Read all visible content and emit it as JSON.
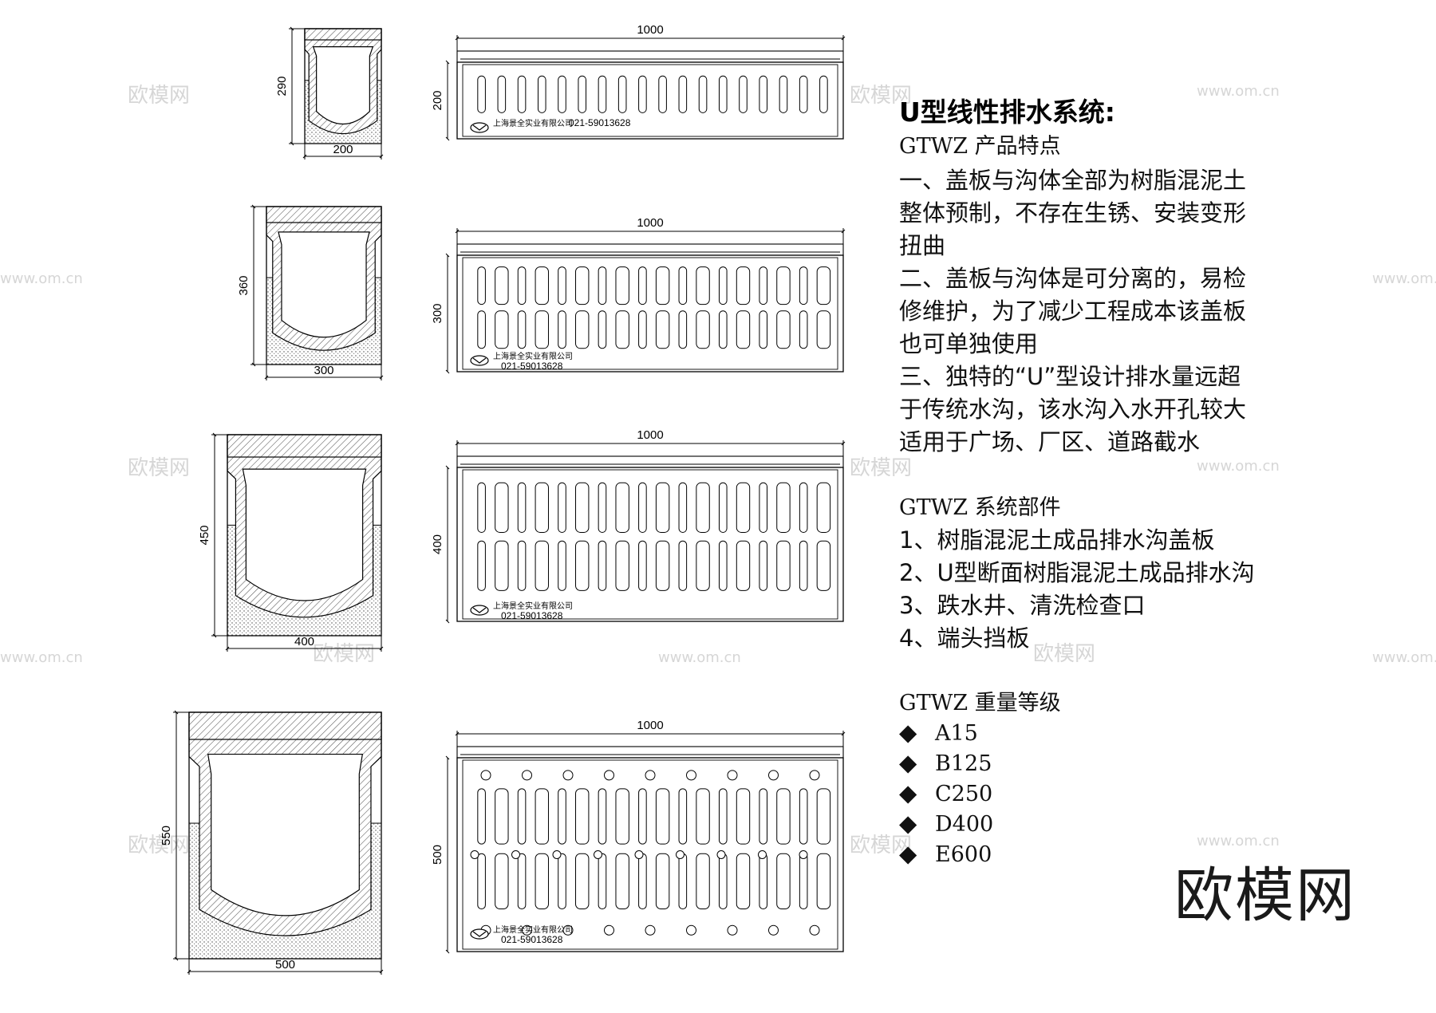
{
  "title": "U型线性排水系统:",
  "features": {
    "heading": "GTWZ 产品特点",
    "lines": [
      "一、盖板与沟体全部为树脂混泥土",
      "整体预制，不存在生锈、安装变形",
      "扭曲",
      "二、盖板与沟体是可分离的，易检",
      "修维护，为了减少工程成本该盖板",
      "也可单独使用",
      "三、独特的“U”型设计排水量远超",
      "于传统水沟，该水沟入水开孔较大",
      "适用于广场、厂区、道路截水"
    ]
  },
  "components": {
    "heading": "GTWZ 系统部件",
    "items": [
      "1、树脂混泥土成品排水沟盖板",
      "2、U型断面树脂混泥土成品排水沟",
      "3、跌水井、清洗检查口",
      "4、端头挡板"
    ]
  },
  "grades": {
    "heading": "GTWZ 重量等级",
    "bullet": "◆",
    "items": [
      "A15",
      "B125",
      "C250",
      "D400",
      "E600"
    ]
  },
  "drawings": [
    {
      "section_width": "200",
      "section_height": "290",
      "elevation_length": "1000",
      "elevation_height": "200"
    },
    {
      "section_width": "300",
      "section_height": "360",
      "elevation_length": "1000",
      "elevation_height": "300"
    },
    {
      "section_width": "400",
      "section_height": "450",
      "elevation_length": "1000",
      "elevation_height": "400"
    },
    {
      "section_width": "500",
      "section_height": "550",
      "elevation_length": "1000",
      "elevation_height": "500"
    }
  ],
  "company": {
    "name": "上海景全实业有限公司",
    "phone": "021-59013628"
  },
  "watermark": {
    "brand": "欧模网",
    "url": "www.om.cn"
  },
  "logo_text": "欧模网"
}
